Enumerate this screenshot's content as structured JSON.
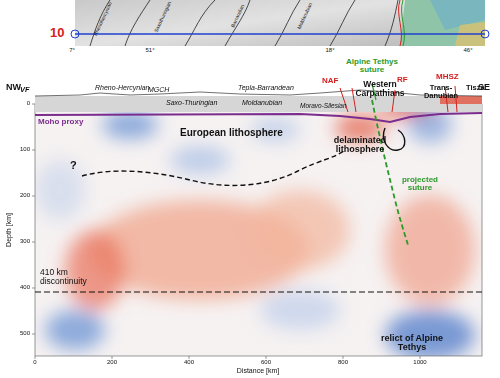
{
  "diagram": {
    "labels": [
      "10",
      "7°",
      "51°",
      "18°",
      "46°",
      "Rhenohercynian",
      "Saxothuringian",
      "Barrandian",
      "Moldanubian",
      "NW",
      "SE",
      "Alpine Tethys suture",
      "NAF",
      "RF",
      "MHSZ",
      "Western Carpathians",
      "Trans-Danubian",
      "Tisza",
      "VF",
      "Rheno-Hercynian",
      "MGCH",
      "Tepla-Barrandean",
      "Saxo-Thuringian",
      "Moldanubian",
      "Moravo-Silesian",
      "Moho proxy",
      "European lithosphere",
      "delaminated lithosphere",
      "?",
      "projected suture",
      "410 km discontinuity",
      "relict of Alpine Tethys",
      "Depth [km]",
      "0",
      "100",
      "200",
      "300",
      "400",
      "500",
      "0",
      "200",
      "400",
      "600",
      "800",
      "1000",
      "Distance [km]"
    ]
  }
}
